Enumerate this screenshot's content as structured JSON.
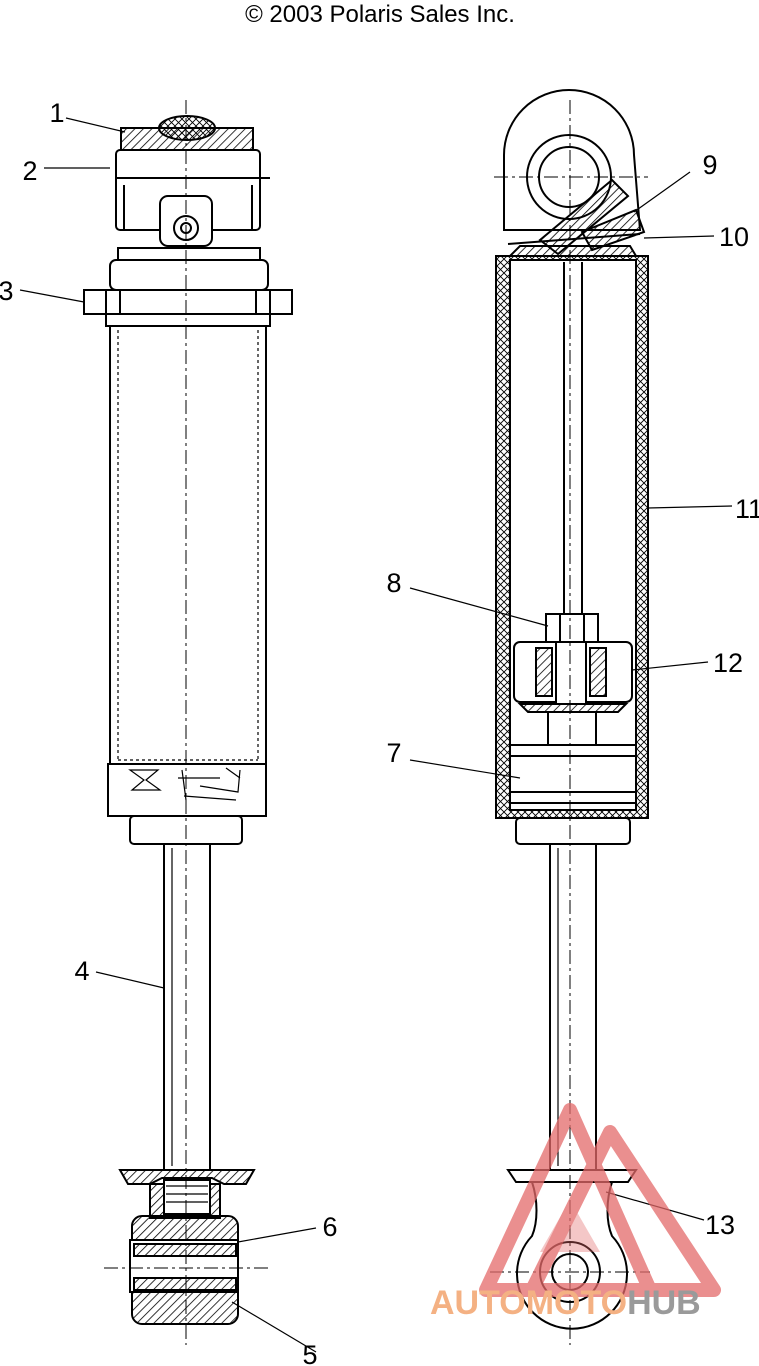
{
  "copyright": "© 2003 Polaris Sales Inc.",
  "callouts": [
    "1",
    "2",
    "3",
    "4",
    "5",
    "6",
    "7",
    "8",
    "9",
    "10",
    "11",
    "12",
    "13"
  ],
  "watermark": {
    "part1": "AUTOMOTO",
    "part2": "HUB",
    "color_orange": "#f4b183",
    "color_gray": "#9a9a9a",
    "logo_color": "#e46a6a"
  }
}
